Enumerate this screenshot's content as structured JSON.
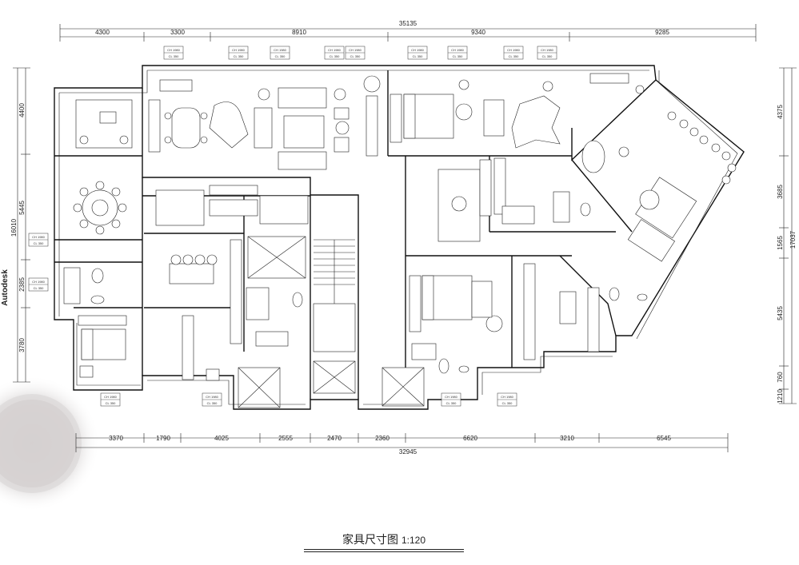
{
  "drawing": {
    "title": "家具尺寸图",
    "scale": "1:120",
    "side_label": "Autodesk"
  },
  "dimensions": {
    "top_total": "35135",
    "top_segments": [
      "4300",
      "3300",
      "8910",
      "9340",
      "9285"
    ],
    "bottom_total": "32945",
    "bottom_segments": [
      "3370",
      "1790",
      "4025",
      "2555",
      "2470",
      "2360",
      "6620",
      "3210",
      "6545"
    ],
    "left_total": "16010",
    "left_segments": [
      "4400",
      "5445",
      "2385",
      "3780"
    ],
    "right_total": "17037",
    "right_segments": [
      "4375",
      "3685",
      "1565",
      "5435",
      "1210",
      "760"
    ]
  },
  "level_tags": [
    {
      "ch": "CH 1980",
      "cl": "CL 350"
    },
    {
      "ch": "CH 1980",
      "cl": "CL 350"
    },
    {
      "ch": "CH 1980",
      "cl": "CL 350"
    },
    {
      "ch": "CH 1980",
      "cl": "CL 350"
    },
    {
      "ch": "CH 1980",
      "cl": "CL 350"
    },
    {
      "ch": "CH 1980",
      "cl": "CL 350"
    },
    {
      "ch": "CH 1980",
      "cl": "CL 350"
    },
    {
      "ch": "CH 1980",
      "cl": "CL 350"
    },
    {
      "ch": "CH 1980",
      "cl": "CL 350"
    },
    {
      "ch": "CH 1980",
      "cl": "CL 350"
    },
    {
      "ch": "CH 1980",
      "cl": "CL 350"
    },
    {
      "ch": "CH 1980",
      "cl": "CL 350"
    },
    {
      "ch": "CH 1980",
      "cl": "CL 350"
    },
    {
      "ch": "CH 1980",
      "cl": "CL 350"
    },
    {
      "ch": "CH 1980",
      "cl": "CL 350"
    }
  ]
}
